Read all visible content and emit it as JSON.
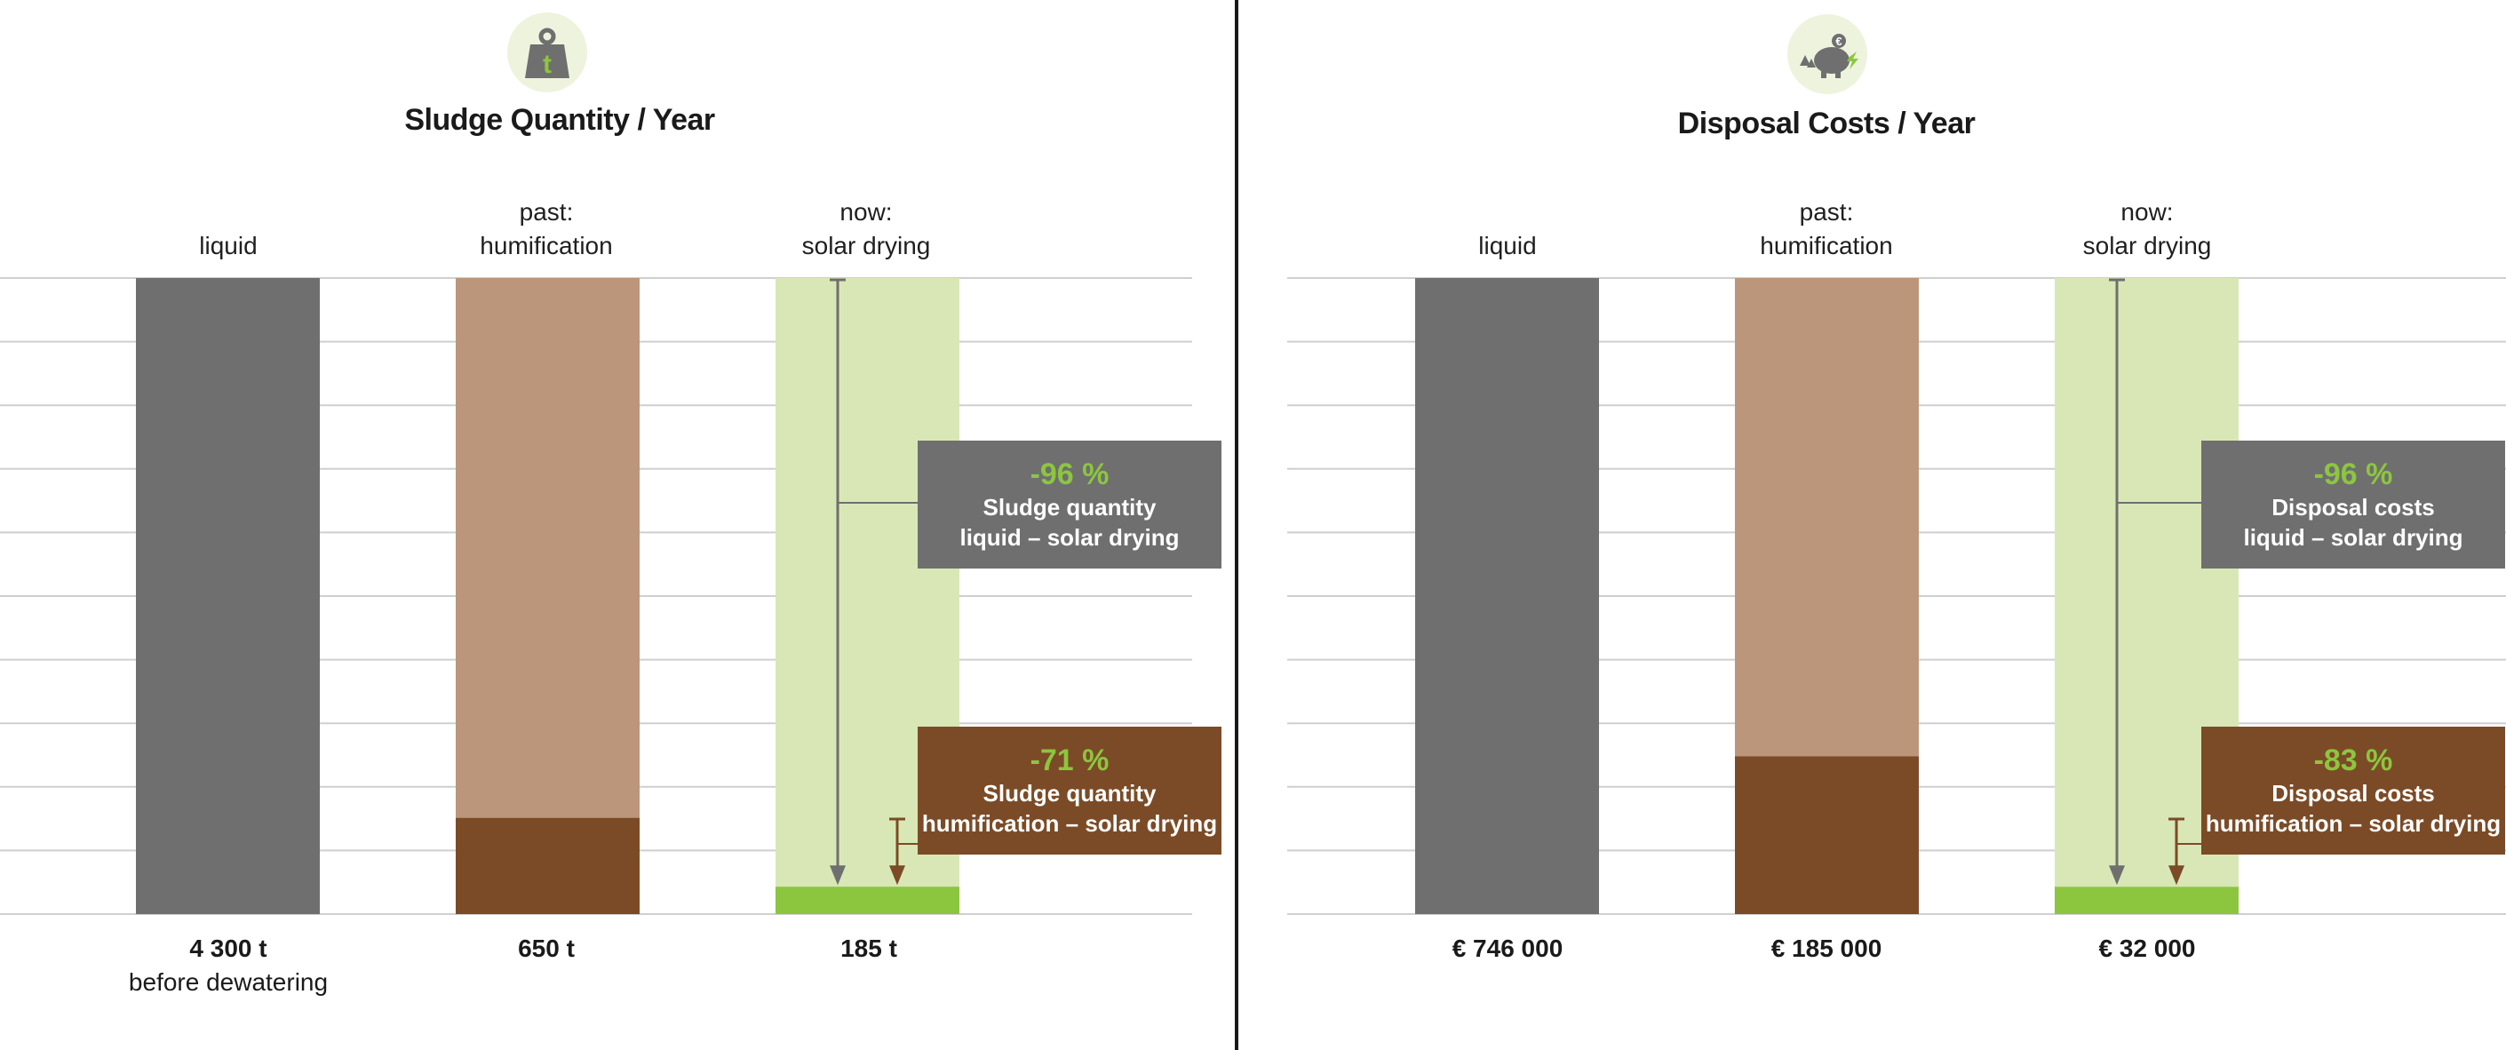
{
  "colors": {
    "liquid": "#6f6f6f",
    "humification_light": "#bb967a",
    "humification_dark": "#7b4b27",
    "solar_bg": "#d9e7b6",
    "solar_value": "#8cc63f",
    "accent_green": "#8cc63f",
    "grid": "#cfcfcf"
  },
  "panels": {
    "left": {
      "icon": "weight-t-icon",
      "title": "Sludge Quantity / Year",
      "categories": {
        "liquid": "liquid",
        "past": "past:",
        "humification": "humification",
        "now": "now:",
        "solar": "solar drying"
      },
      "values": {
        "liquid": "4 300 t",
        "liquid_note": "before dewatering",
        "humification": "650 t",
        "solar": "185 t"
      },
      "callout_liquid": {
        "pct": "-96 %",
        "line1": "Sludge quantity",
        "line2": "liquid – solar drying"
      },
      "callout_humification": {
        "pct": "-71 %",
        "line1": "Sludge quantity",
        "line2": "humification – solar drying"
      }
    },
    "right": {
      "icon": "piggy-bank-icon",
      "title": "Disposal Costs / Year",
      "categories": {
        "liquid": "liquid",
        "past": "past:",
        "humification": "humification",
        "now": "now:",
        "solar": "solar drying"
      },
      "values": {
        "liquid": "€ 746 000",
        "humification": "€ 185 000",
        "solar": "€ 32 000"
      },
      "callout_liquid": {
        "pct": "-96 %",
        "line1": "Disposal costs",
        "line2": "liquid – solar drying"
      },
      "callout_humification": {
        "pct": "-83 %",
        "line1": "Disposal costs",
        "line2": "humification – solar drying"
      }
    }
  },
  "chart_data": [
    {
      "type": "bar",
      "title": "Sludge Quantity / Year",
      "categories": [
        "liquid",
        "past: humification",
        "now: solar drying"
      ],
      "values": [
        4300,
        650,
        185
      ],
      "unit": "t",
      "ylim": [
        0,
        4300
      ],
      "grid": true,
      "annotations": [
        "-96 % Sludge quantity liquid – solar drying",
        "-71 % Sludge quantity humification – solar drying"
      ]
    },
    {
      "type": "bar",
      "title": "Disposal Costs / Year",
      "categories": [
        "liquid",
        "past: humification",
        "now: solar drying"
      ],
      "values": [
        746000,
        185000,
        32000
      ],
      "unit": "€",
      "ylim": [
        0,
        746000
      ],
      "grid": true,
      "annotations": [
        "-96 % Disposal costs liquid – solar drying",
        "-83 % Disposal costs humification – solar drying"
      ]
    }
  ]
}
